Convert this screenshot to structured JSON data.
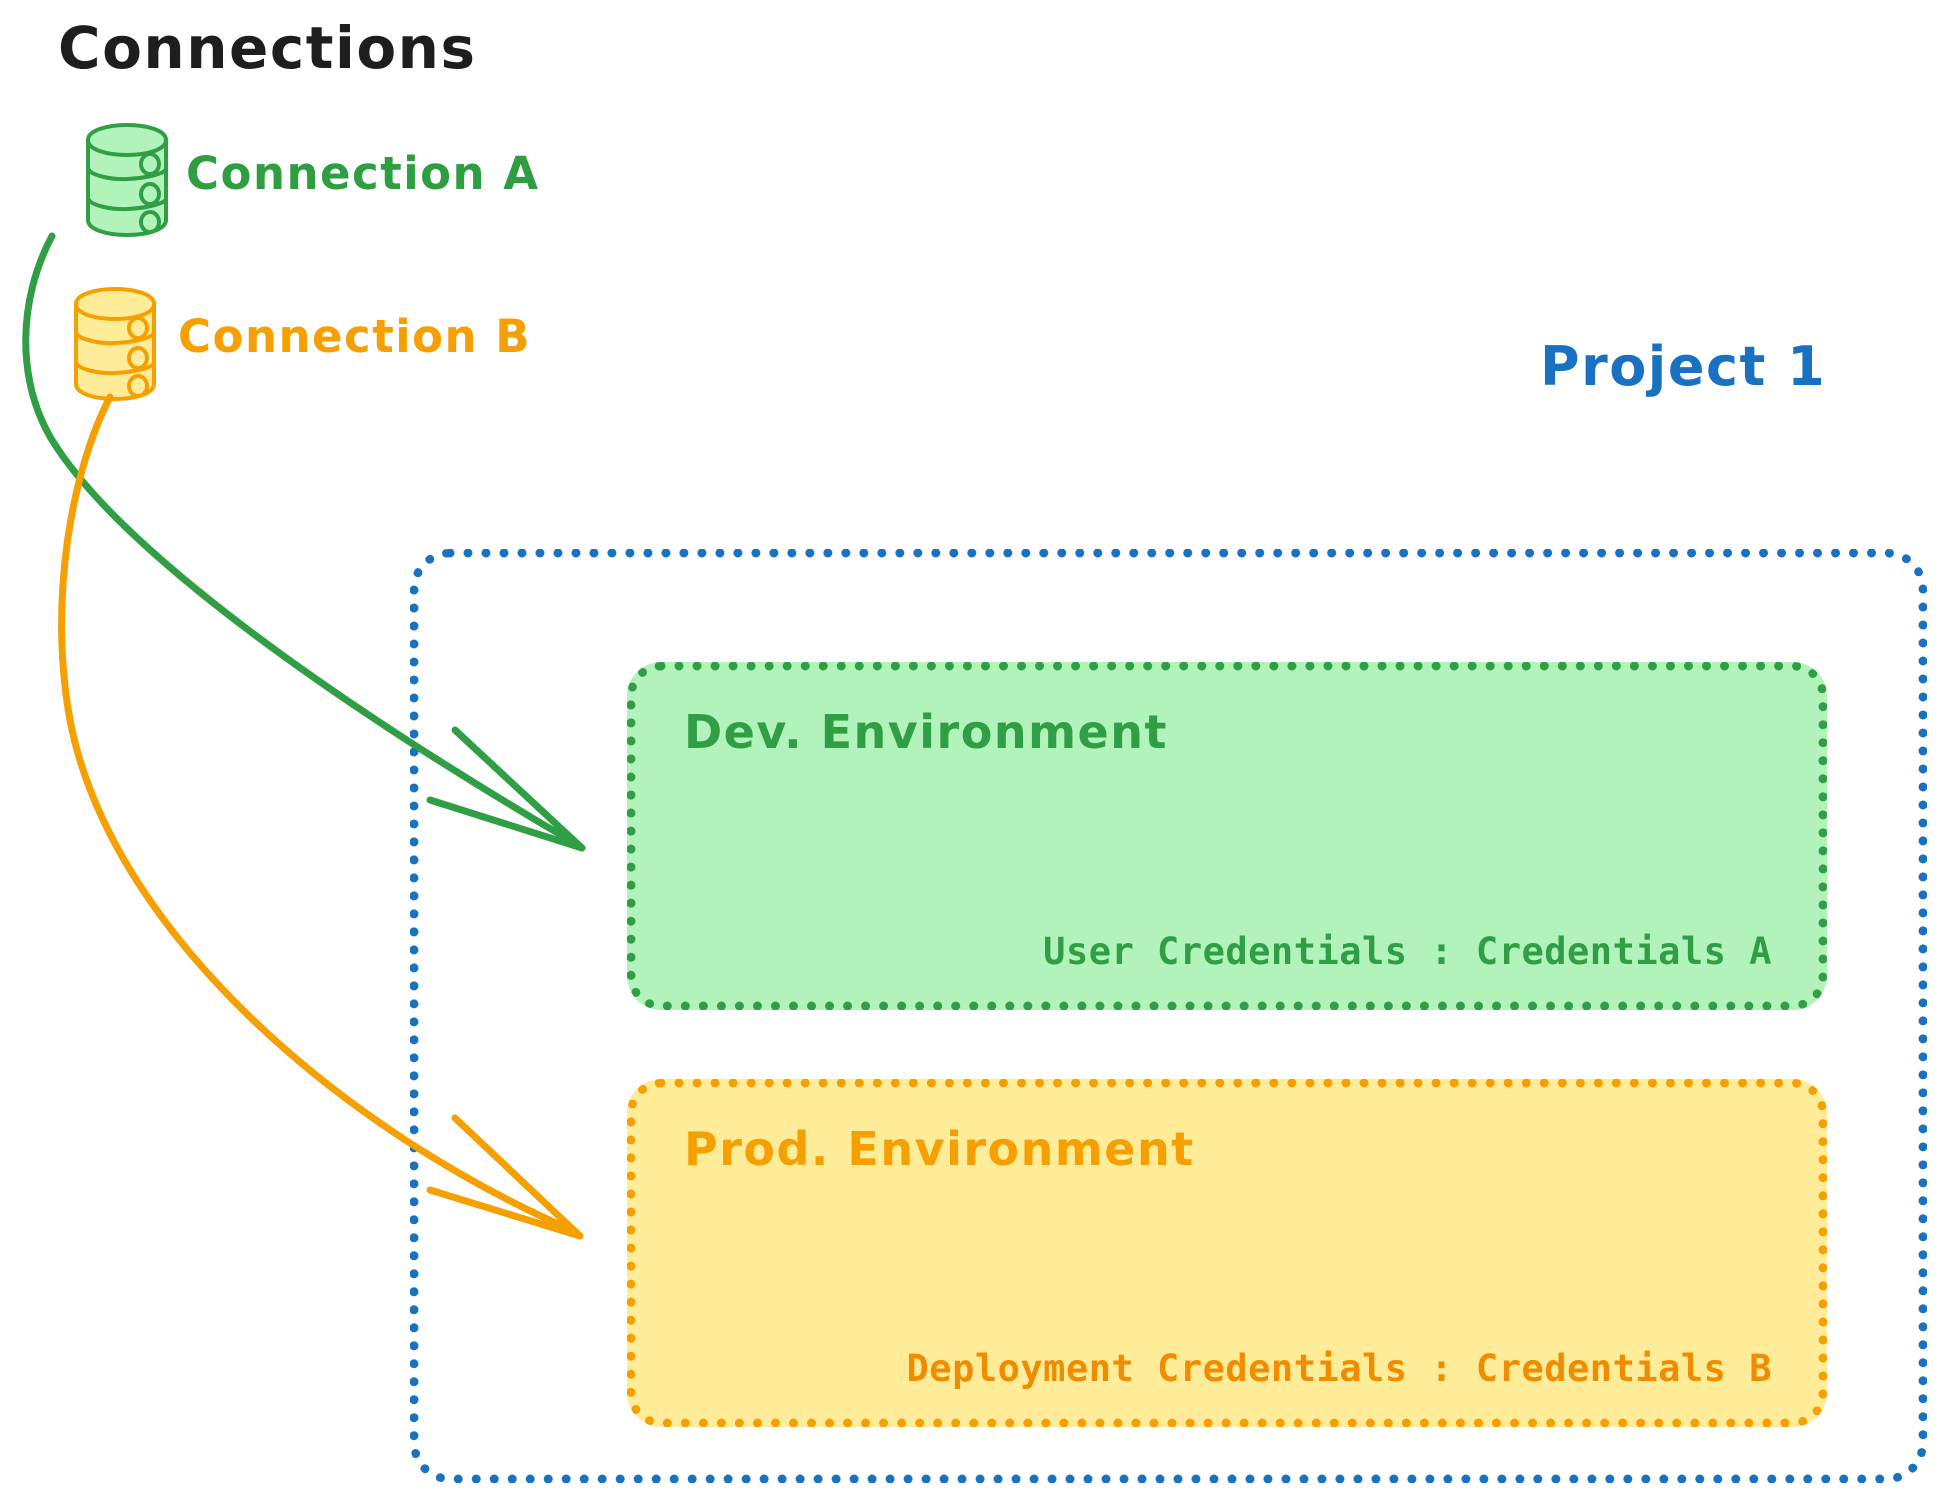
{
  "diagram": {
    "title": "Connections",
    "title_color": "#1e1e1e",
    "background": "#ffffff"
  },
  "connections": [
    {
      "id": "connection-a",
      "label": "Connection A",
      "color": "#2f9e41",
      "fill": "#b2f2bb",
      "icon": "database-cylinder-icon",
      "targets": "Dev. Environment"
    },
    {
      "id": "connection-b",
      "label": "Connection B",
      "color": "#f59f00",
      "fill": "#ffec99",
      "icon": "database-cylinder-icon",
      "targets": "Prod. Environment"
    }
  ],
  "project": {
    "label": "Project 1",
    "color": "#1971c2",
    "border_style": "dotted",
    "environments": [
      {
        "id": "dev",
        "title": "Dev. Environment",
        "credential_label": "User Credentials",
        "credential_separator": ":",
        "credential_value": "Credentials A",
        "credential_line": "User Credentials : Credentials A",
        "color": "#2f9e44",
        "fill": "#b2f2bb"
      },
      {
        "id": "prod",
        "title": "Prod. Environment",
        "credential_label": "Deployment Credentials",
        "credential_separator": ":",
        "credential_value": "Credentials B",
        "credential_line": "Deployment Credentials : Credentials B",
        "color": "#f59f00",
        "fill": "#ffec99"
      }
    ]
  },
  "arrows": [
    {
      "id": "arrow-a-to-dev",
      "from": "Connection A",
      "to": "Dev. Environment",
      "color": "#2f9e44"
    },
    {
      "id": "arrow-b-to-prod",
      "from": "Connection B",
      "to": "Prod. Environment",
      "color": "#f59f00"
    }
  ]
}
